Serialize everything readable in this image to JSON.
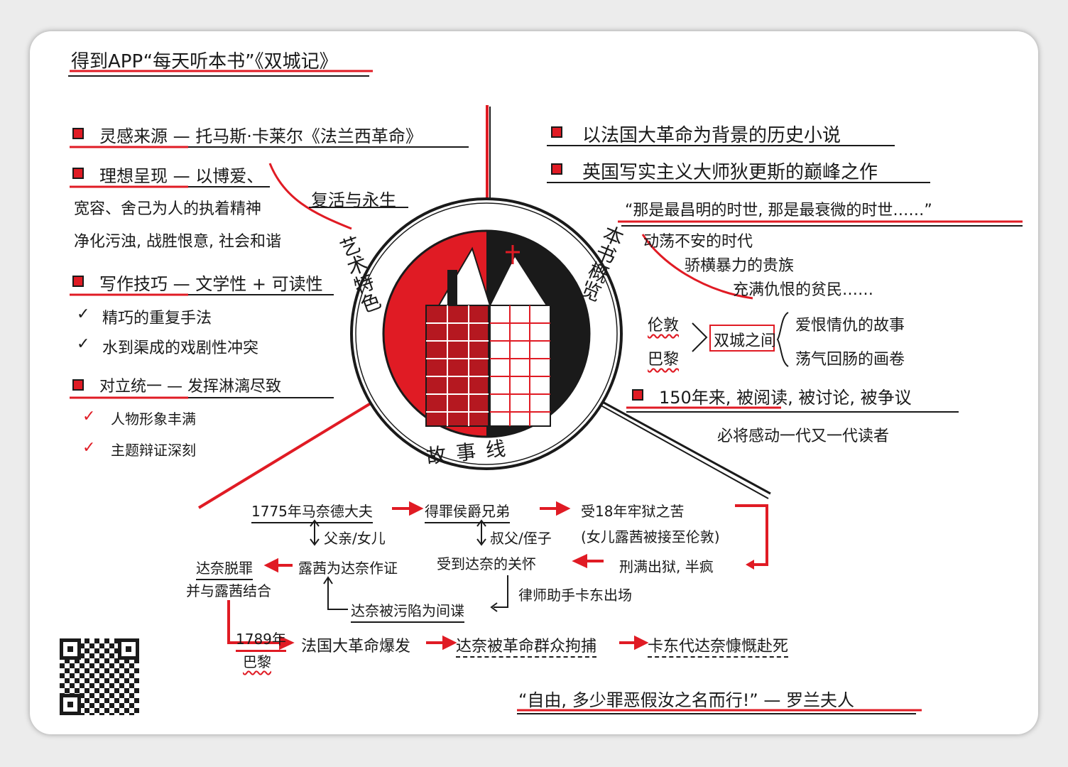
{
  "title": "得到APP“每天听本书”《双城记》",
  "center": {
    "quadrants": {
      "art": "艺术特色",
      "overview": "本书概览",
      "story": "故事线"
    }
  },
  "left": {
    "inspiration": "灵感来源 — 托马斯·卡莱尔《法兰西革命》",
    "ideal_head": "理想呈现 — 以博爱、",
    "ideal_l1": "宽容、舍己为人的执着精神",
    "ideal_l2": "净化污浊, 战胜恨意, 社会和谐",
    "rebirth": "复活与永生",
    "writing_head": "写作技巧 — 文学性 + 可读性",
    "writing_1": "精巧的重复手法",
    "writing_2": "水到渠成的戏剧性冲突",
    "unity_head": "对立统一 — 发挥淋漓尽致",
    "unity_1": "人物形象丰满",
    "unity_2": "主题辩证深刻"
  },
  "right": {
    "bg": "以法国大革命为背景的历史小说",
    "peak": "英国写实主义大师狄更斯的巅峰之作",
    "quote": "“那是最昌明的时世, 那是最衰微的时世……”",
    "era_1": "动荡不安的时代",
    "era_2": "骄横暴力的贵族",
    "era_3": "充满仇恨的贫民……",
    "city_1": "伦敦",
    "city_2": "巴黎",
    "between": "双城之间",
    "story_1": "爱恨情仇的故事",
    "story_2": "荡气回肠的画卷",
    "years": "150年来, 被阅读, 被讨论, 被争议",
    "readers": "必将感动一代又一代读者"
  },
  "story": {
    "n1": "1775年马奈德大夫",
    "n2": "得罪侯爵兄弟",
    "n3": "受18年牢狱之苦",
    "n3b": "(女儿露茜被接至伦敦)",
    "n4": "刑满出狱, 半疯",
    "rel1": "父亲/女儿",
    "rel2": "叔父/侄子",
    "n5": "受到达奈的关怀",
    "n6": "露茜为达奈作证",
    "n7a": "达奈脱罪",
    "n7b": "并与露茜结合",
    "n8": "达奈被污陷为间谍",
    "lawyer": "律师助手卡东出场",
    "y1789a": "1789年",
    "y1789b": "巴黎",
    "n9": "法国大革命爆发",
    "n10": "达奈被革命群众拘捕",
    "n11": "卡东代达奈慷慨赴死"
  },
  "footer_quote": "“自由, 多少罪恶假汝之名而行!” — 罗兰夫人",
  "colors": {
    "accent": "#e01b24",
    "ink": "#1a1a1a",
    "paper": "#ffffff"
  }
}
